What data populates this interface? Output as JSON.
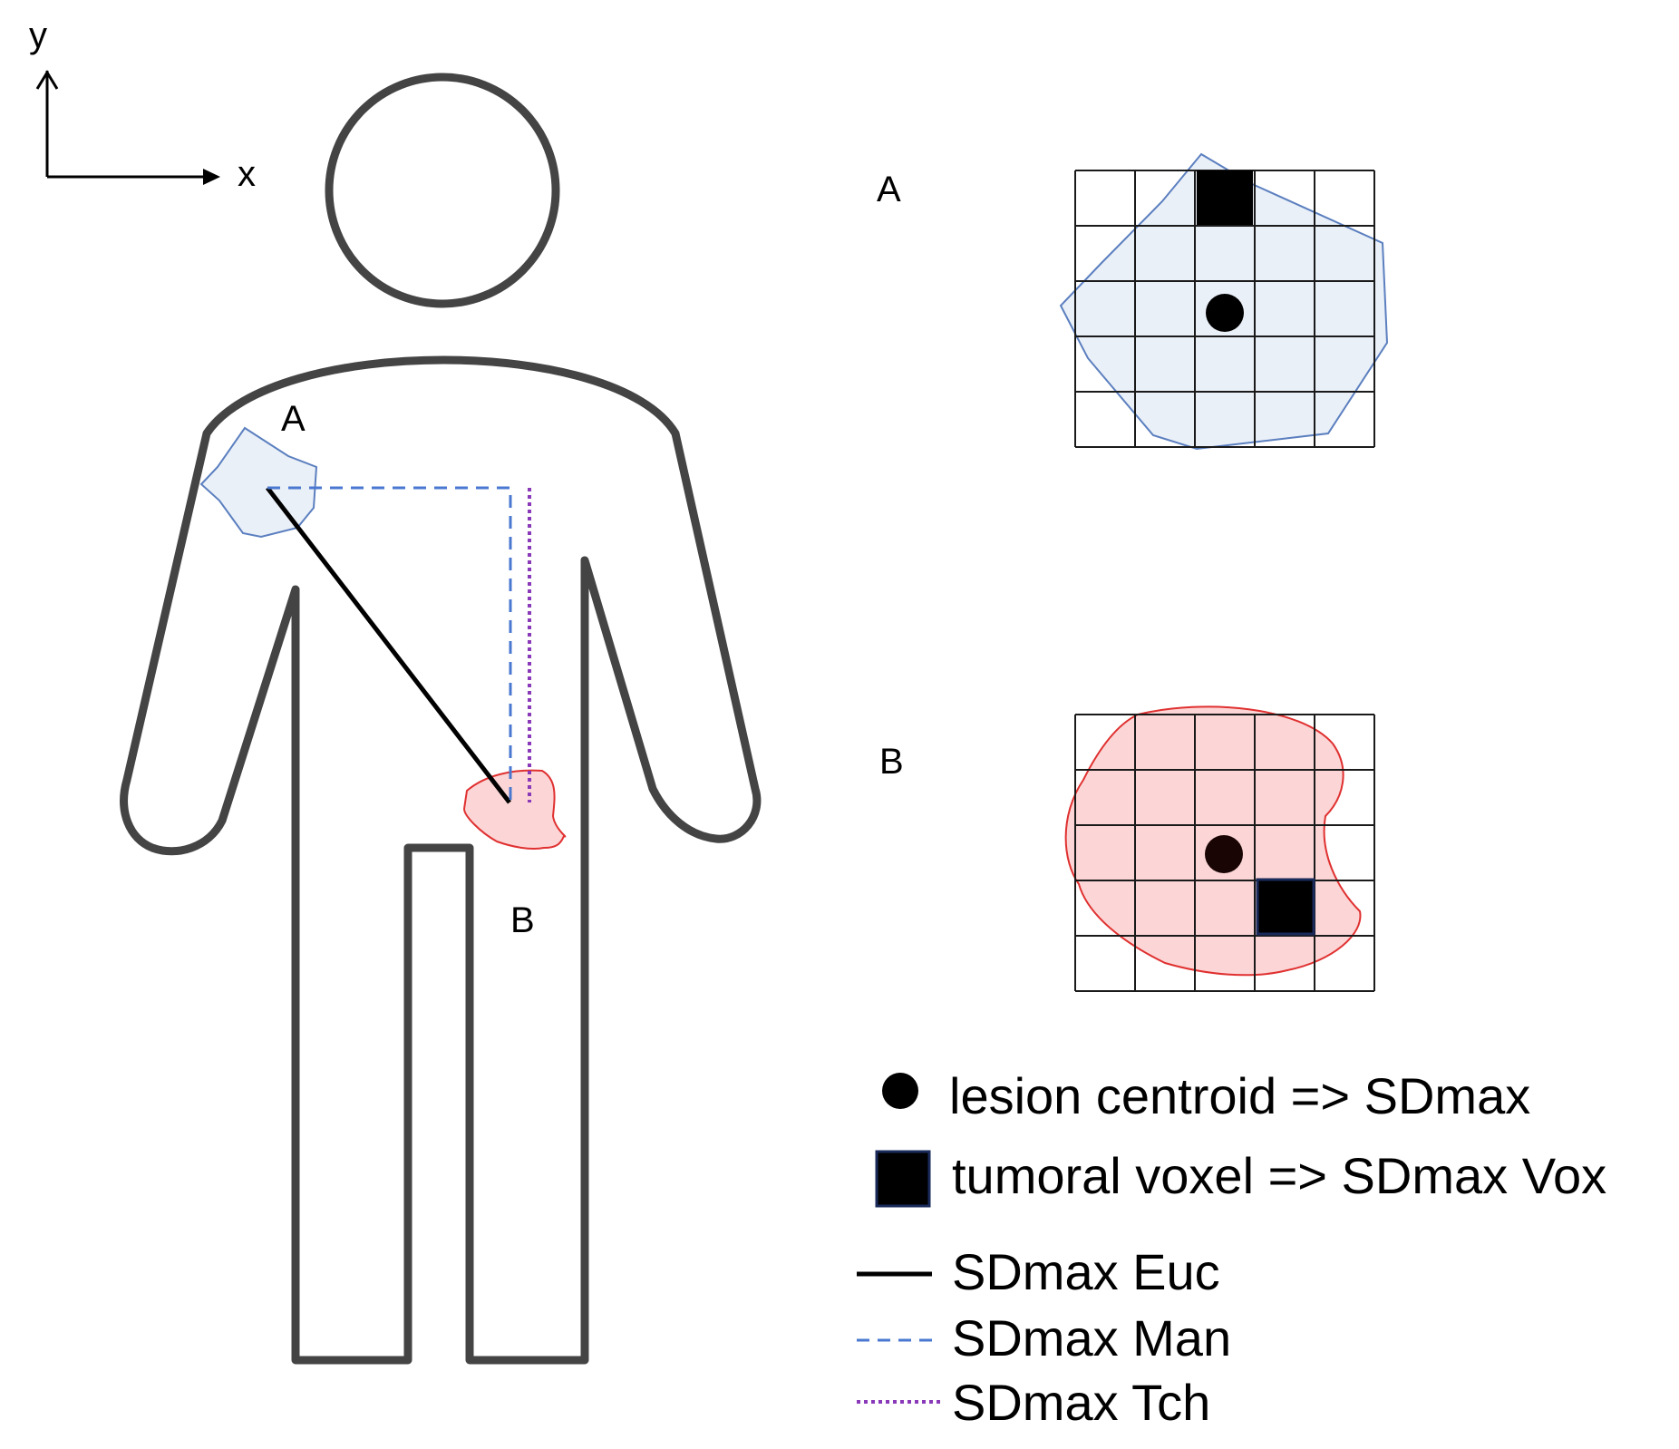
{
  "axes": {
    "y_label": "y",
    "x_label": "x"
  },
  "regions": {
    "a": {
      "body_label": "A",
      "panel_label": "A"
    },
    "b": {
      "body_label": "B",
      "panel_label": "B"
    }
  },
  "legend": {
    "centroid": "lesion centroid => SDmax",
    "voxel": "tumoral voxel => SDmax Vox",
    "euc": "SDmax Euc",
    "man": "SDmax Man",
    "tch": "SDmax Tch"
  },
  "colors": {
    "body_outline": "#444444",
    "lesion_a_fill": "#eaf0f8",
    "lesion_a_stroke": "#5b7fbf",
    "lesion_b_fill": "#fcd6d6",
    "lesion_b_stroke": "#e03030",
    "manhattan_line": "#4a78d0",
    "chebyshev_line": "#8a3ab8",
    "euclidean_line": "#000000"
  }
}
